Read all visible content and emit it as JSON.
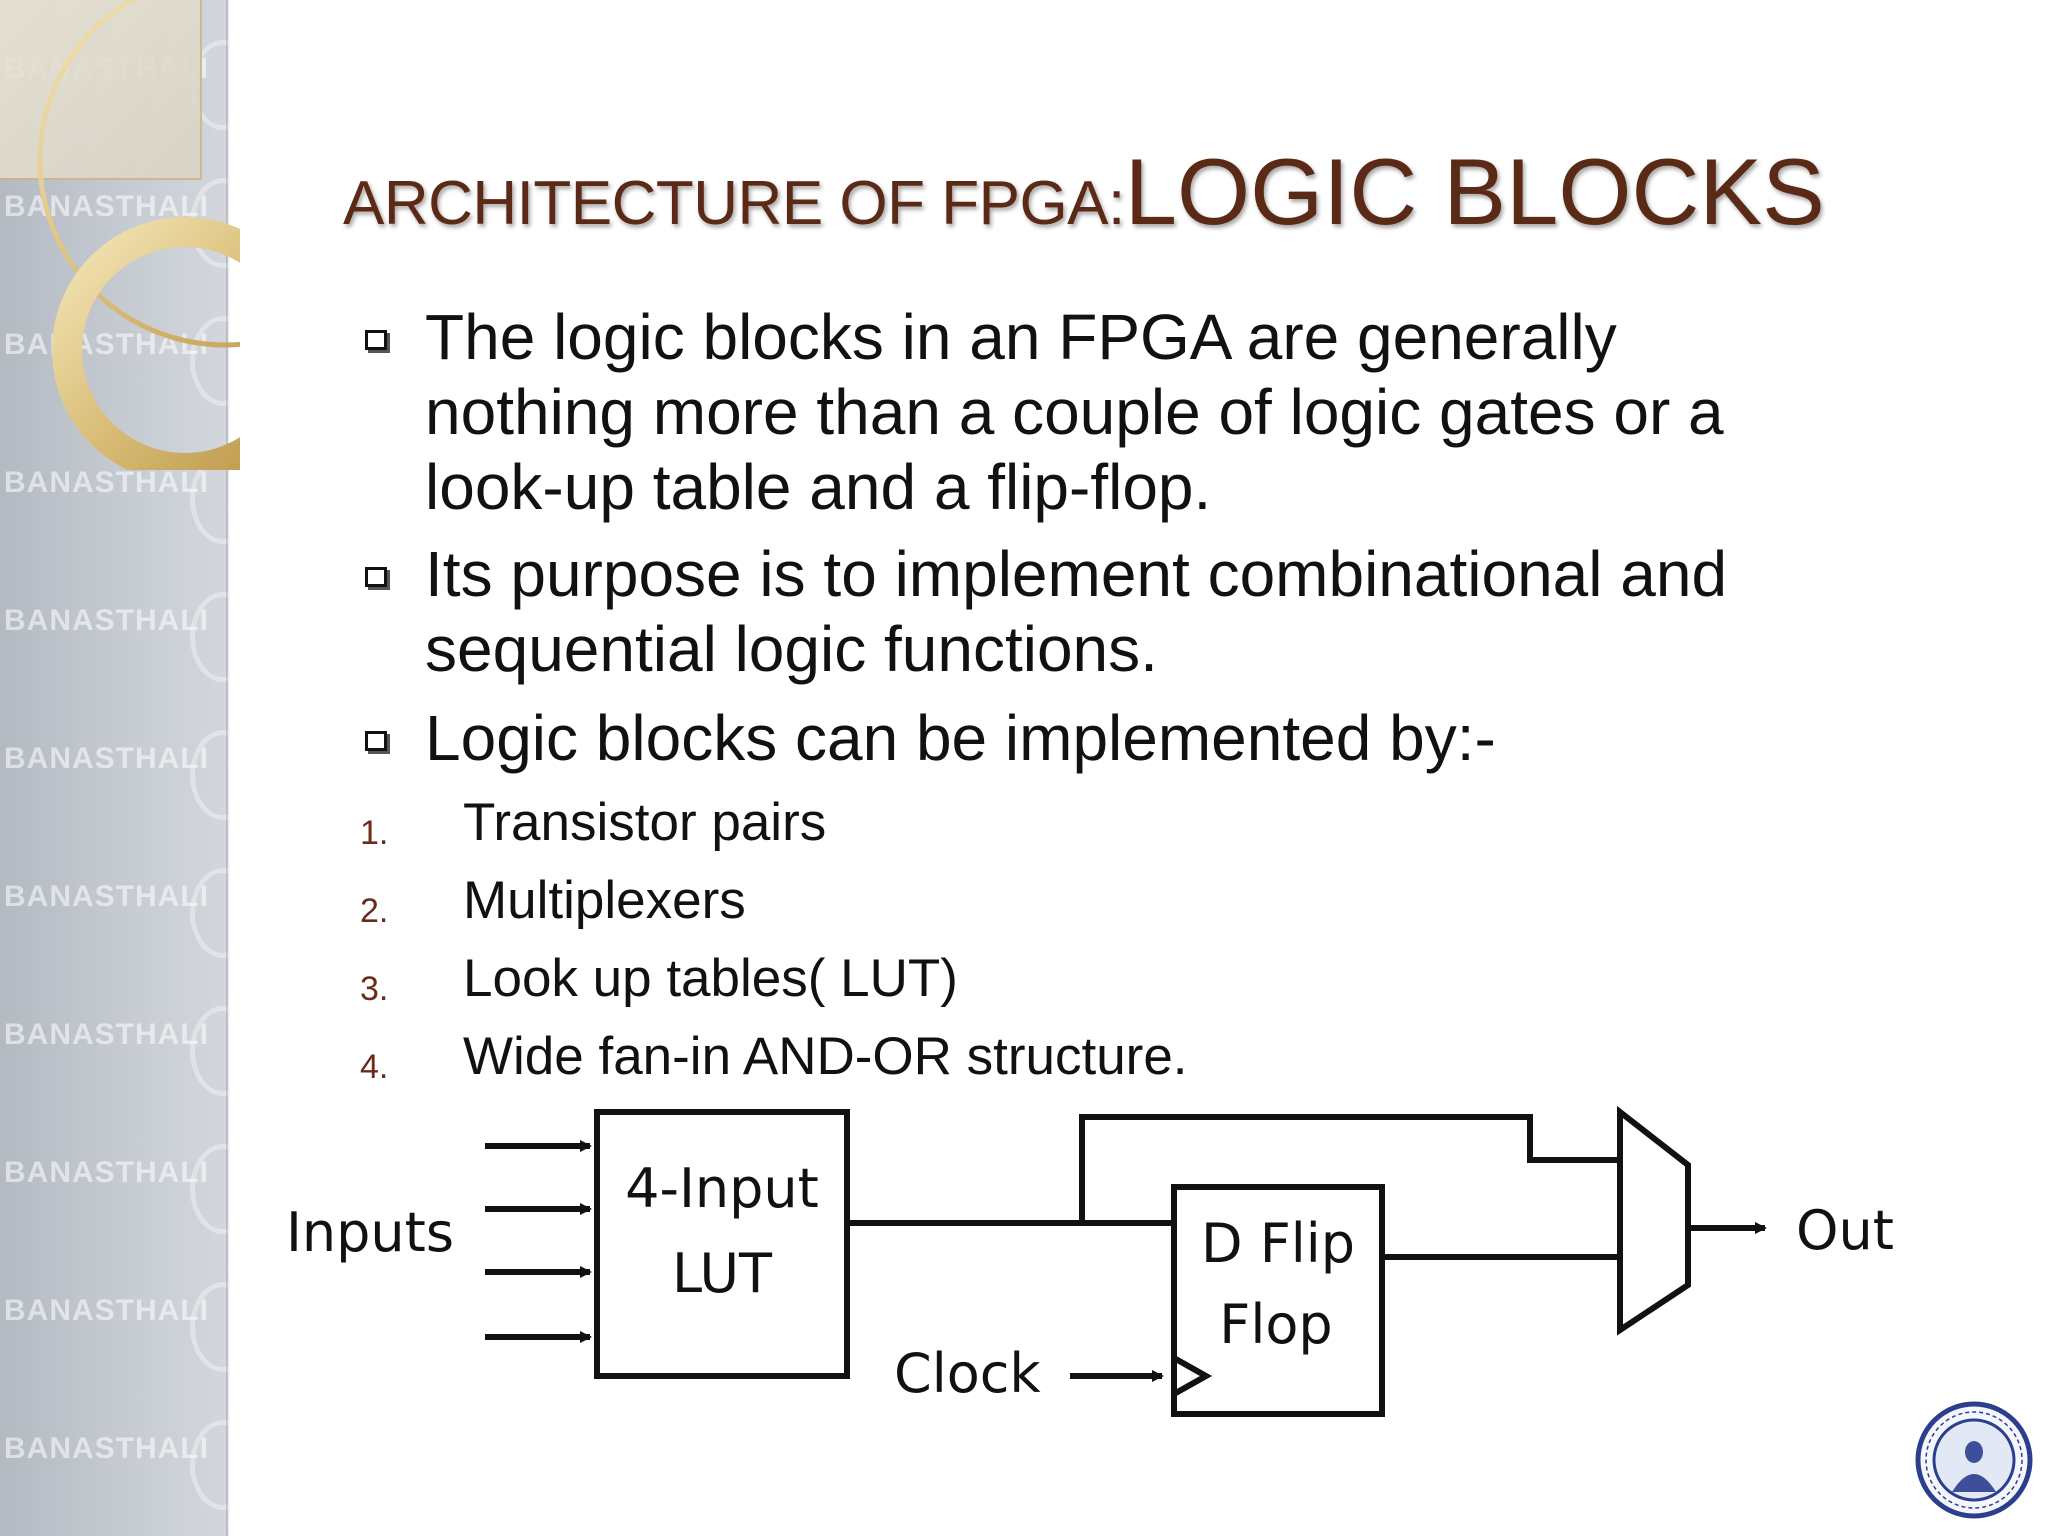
{
  "sidebar": {
    "watermark_text": "BANASTHALI"
  },
  "title": {
    "prefix": "ARCHITECTURE OF FPGA:",
    "main": "LOGIC BLOCKS"
  },
  "bullets": [
    {
      "lines": [
        "The logic blocks in an FPGA are generally",
        "nothing more than a couple of logic gates or a",
        "look-up table and a flip-flop."
      ]
    },
    {
      "lines": [
        "Its purpose is to implement combinational and",
        "sequential logic functions."
      ]
    },
    {
      "lines": [
        "Logic blocks can be implemented by:-"
      ]
    }
  ],
  "numbered": [
    {
      "num": "1.",
      "text": "Transistor pairs"
    },
    {
      "num": "2.",
      "text": "Multiplexers"
    },
    {
      "num": "3.",
      "text": "Look up tables( LUT)"
    },
    {
      "num": "4.",
      "text": "Wide fan-in AND-OR structure."
    }
  ],
  "diagram": {
    "inputs_label": "Inputs",
    "lut_line1": "4-Input",
    "lut_line2": "LUT",
    "ff_line1": "D Flip",
    "ff_line2": "Flop",
    "clock_label": "Clock",
    "out_label": "Out"
  },
  "colors": {
    "title": "#5a2a16",
    "text": "#111111",
    "number": "#6a2b1a",
    "sidebar": "#c6cbd2"
  },
  "icons": {
    "bullet": "hollow-square-bullet-icon",
    "seal": "banasthali-seal-logo"
  }
}
